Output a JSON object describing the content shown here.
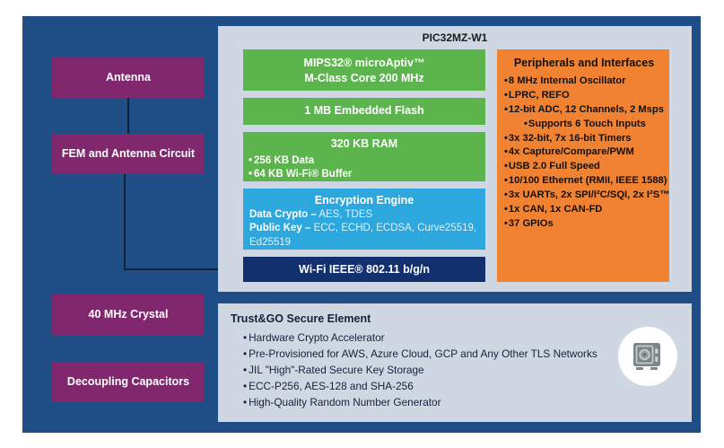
{
  "colors": {
    "panel_blue": "#1F4E87",
    "purple": "#80276D",
    "light_panel": "#CFD8E2",
    "green": "#5CB54C",
    "cyan": "#2DA8DE",
    "navy": "#12306E",
    "orange": "#F08232"
  },
  "left_column": {
    "blocks": [
      {
        "label": "Antenna"
      },
      {
        "label": "FEM and Antenna Circuit"
      },
      {
        "label": "40 MHz Crystal"
      },
      {
        "label": "Decoupling Capacitors"
      }
    ]
  },
  "mcu": {
    "title": "PIC32MZ-W1",
    "core": {
      "line1": "MIPS32® microAptiv™",
      "line2": "M-Class Core 200 MHz"
    },
    "flash": {
      "title": "1 MB Embedded Flash"
    },
    "ram": {
      "title": "320 KB RAM",
      "items": [
        "256 KB Data",
        "64 KB Wi-Fi® Buffer"
      ]
    },
    "crypto": {
      "title": "Encryption Engine",
      "data_crypto_label": "Data Crypto –",
      "data_crypto_value": " AES, TDES",
      "public_key_label": "Public Key –",
      "public_key_value": " ECC, ECHD, ECDSA,  Curve25519, Ed25519"
    },
    "wifi": {
      "title": "Wi-Fi IEEE® 802.11 b/g/n"
    },
    "peripherals": {
      "title": "Peripherals and Interfaces",
      "items": [
        {
          "text": "8 MHz Internal Oscillator",
          "indent": false
        },
        {
          "text": "LPRC, REFO",
          "indent": false
        },
        {
          "text": "12-bit ADC, 12 Channels, 2 Msps",
          "indent": false
        },
        {
          "text": "Supports 6 Touch Inputs",
          "indent": true
        },
        {
          "text": "3x 32-bit, 7x 16-bit Timers",
          "indent": false
        },
        {
          "text": "4x Capture/Compare/PWM",
          "indent": false
        },
        {
          "text": "USB 2.0 Full Speed",
          "indent": false
        },
        {
          "text": "10/100 Ethernet (RMII, IEEE 1588)",
          "indent": false
        },
        {
          "text": "3x UARTs, 2x SPI/I²C/SQI, 2x I²S™",
          "indent": false
        },
        {
          "text": "1x CAN, 1x CAN-FD",
          "indent": false
        },
        {
          "text": "37 GPIOs",
          "indent": false
        }
      ]
    }
  },
  "trustgo": {
    "title": "Trust&GO Secure Element",
    "items": [
      "Hardware Crypto Accelerator",
      "Pre-Provisioned for AWS, Azure Cloud, GCP and Any Other TLS Networks",
      "JIL \"High\"-Rated Secure Key Storage",
      "ECC-P256, AES-128 and SHA-256",
      "High-Quality Random Number Generator"
    ],
    "badge_icon": "safe-vault-icon"
  }
}
